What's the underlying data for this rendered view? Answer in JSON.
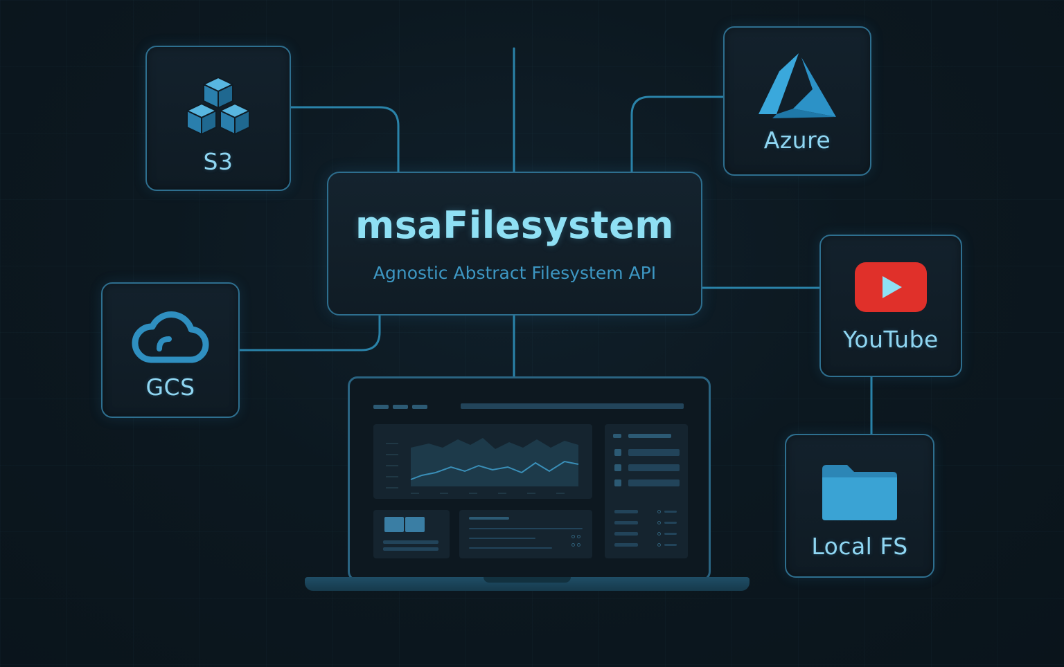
{
  "hub": {
    "title": "msaFilesystem",
    "subtitle": "Agnostic Abstract Filesystem API"
  },
  "nodes": {
    "s3": {
      "label": "S3",
      "icon": "cubes-icon"
    },
    "gcs": {
      "label": "GCS",
      "icon": "cloud-icon"
    },
    "azure": {
      "label": "Azure",
      "icon": "azure-logo-icon"
    },
    "youtube": {
      "label": "YouTube",
      "icon": "youtube-play-icon"
    },
    "localfs": {
      "label": "Local FS",
      "icon": "folder-icon"
    }
  },
  "colors": {
    "background": "#0b151d",
    "card_border": "#2e6f8f",
    "wire": "#2d8fb8",
    "label": "#8fd6f2",
    "subtitle": "#3d97c3",
    "youtube_red": "#e0302a",
    "icon_blue": "#3aa3d4"
  },
  "laptop": {
    "screen": "dashboard-mockup"
  }
}
